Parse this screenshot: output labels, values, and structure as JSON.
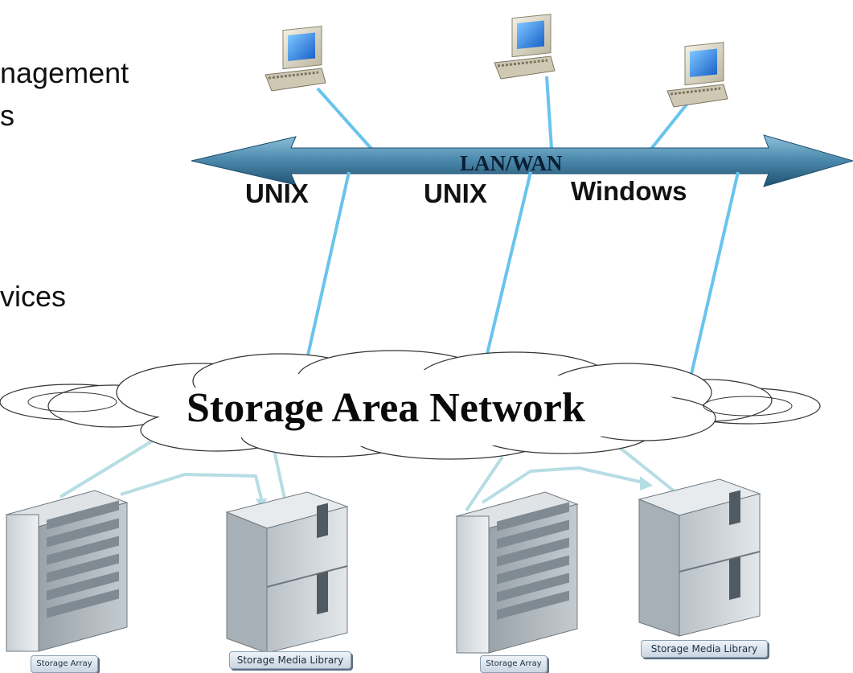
{
  "bullets": [
    "nagement",
    "s",
    "vices"
  ],
  "network": {
    "lan_label": "LAN/WAN",
    "san_label": "Storage Area Network"
  },
  "hosts": [
    {
      "os": "UNIX"
    },
    {
      "os": "UNIX"
    },
    {
      "os": "Windows"
    }
  ],
  "devices": [
    {
      "label": "Storage Array",
      "type": "storage-array"
    },
    {
      "label": "Storage Media Library",
      "type": "media-library"
    },
    {
      "label": "Storage Array",
      "type": "storage-array"
    },
    {
      "label": "Storage Media Library",
      "type": "media-library"
    }
  ],
  "colors": {
    "link": "#69c4ec",
    "arrow_light": "#6fa9c8",
    "arrow_dark": "#2a5f80",
    "san_link": "#b6dde4"
  }
}
